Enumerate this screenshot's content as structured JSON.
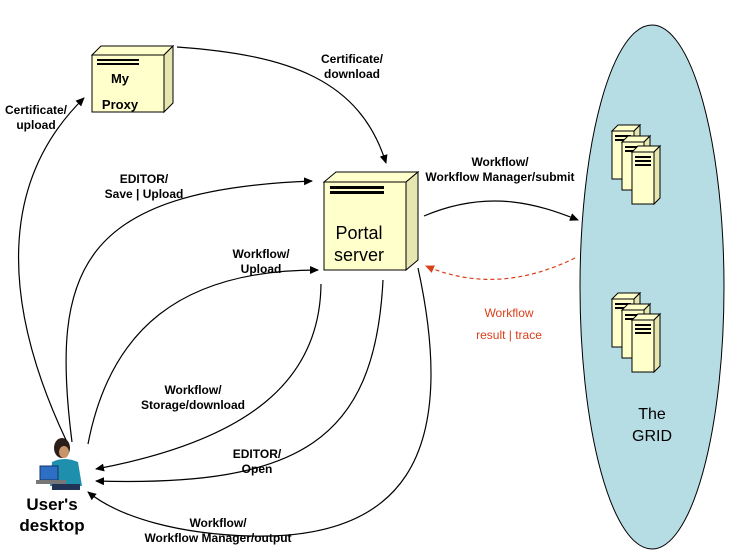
{
  "nodes": {
    "proxy": {
      "line1": "My",
      "line2": "Proxy"
    },
    "portal": {
      "line1": "Portal",
      "line2": "server"
    },
    "grid": {
      "line1": "The",
      "line2": "GRID"
    },
    "desktop": {
      "line1": "User's",
      "line2": "desktop"
    }
  },
  "edges": {
    "cert_upload": {
      "line1": "Certificate/",
      "line2": "upload"
    },
    "cert_download": {
      "line1": "Certificate/",
      "line2": "download"
    },
    "editor_save": {
      "line1": "EDITOR/",
      "line2": "Save | Upload"
    },
    "wf_upload": {
      "line1": "Workflow/",
      "line2": "Upload"
    },
    "wf_submit": {
      "line1": "Workflow/",
      "line2": "Workflow Manager/submit"
    },
    "wf_result": {
      "line1": "Workflow",
      "line2": "result | trace"
    },
    "wf_storage": {
      "line1": "Workflow/",
      "line2": "Storage/download"
    },
    "editor_open": {
      "line1": "EDITOR/",
      "line2": "Open"
    },
    "wf_output": {
      "line1": "Workflow/",
      "line2": "Workflow Manager/output"
    }
  },
  "colors": {
    "server_fill": "#ffffcc",
    "grid_fill": "#b7dde4",
    "result_arrow": "#d9401a"
  }
}
